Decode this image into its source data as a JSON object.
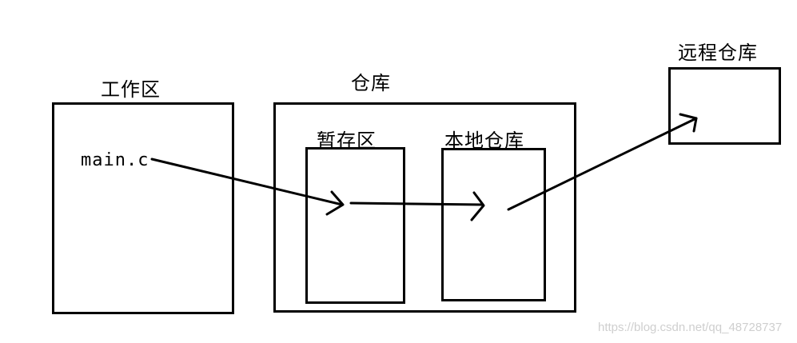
{
  "labels": {
    "workspace": "工作区",
    "repository": "仓库",
    "staging": "暂存区",
    "local_repo": "本地仓库",
    "remote_repo": "远程仓库",
    "file": "main.c"
  },
  "watermark": "https://blog.csdn.net/qq_48728737",
  "colors": {
    "stroke": "#000000",
    "watermark": "#cfcfcf"
  }
}
